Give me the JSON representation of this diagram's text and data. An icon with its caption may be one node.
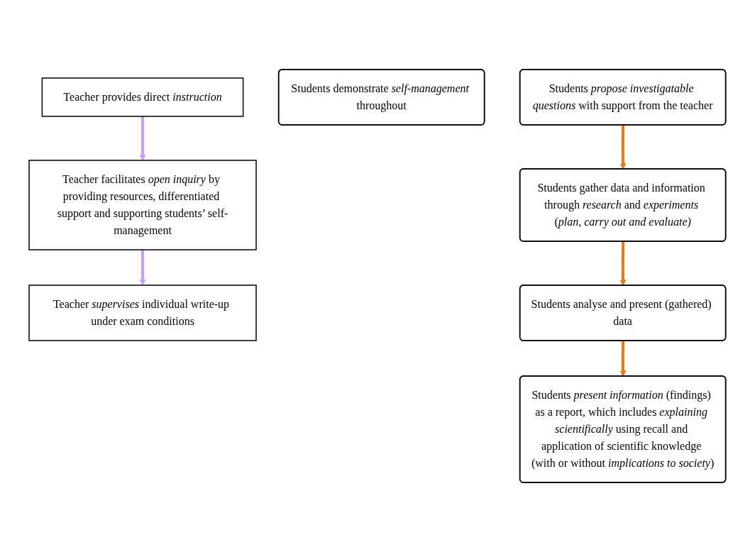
{
  "diagram": {
    "nodes": [
      {
        "text": [
          "Teacher provides direct *instruction*"
        ]
      },
      {
        "text": [
          "Teacher facilitates *open inquiry* by providing resources, differentiated support and supporting students’ self-management"
        ]
      },
      {
        "text": [
          "Teacher *supervises* individual write-up under exam conditions"
        ]
      },
      {
        "text": [
          "Students demonstrate *self-management* throughout"
        ]
      },
      {
        "text": [
          "Students *propose investigatable questions* with support from the teacher"
        ]
      },
      {
        "text": [
          "Students gather data and information through *research* and *experiments* (*plan, carry out and evaluate)*"
        ]
      },
      {
        "text": [
          "Students analyse and present (gathered) data"
        ]
      },
      {
        "text": [
          "Students *present information* (findings) as a report, which includes *explaining scientifically* using recall and application of scientific knowledge (with or without *implications to society*)"
        ]
      }
    ],
    "edges": [
      {
        "from": 0,
        "to": 1,
        "arrow": "to",
        "color": "#cc99ff"
      },
      {
        "from": 1,
        "to": 2,
        "arrow": "to",
        "color": "#cc99ff"
      },
      {
        "from": 4,
        "to": 5,
        "arrow": "to",
        "color": "#e8780f"
      },
      {
        "from": 5,
        "to": 6,
        "arrow": "to",
        "color": "#e8780f"
      },
      {
        "from": 6,
        "to": 7,
        "arrow": "to",
        "color": "#e8780f"
      }
    ]
  }
}
